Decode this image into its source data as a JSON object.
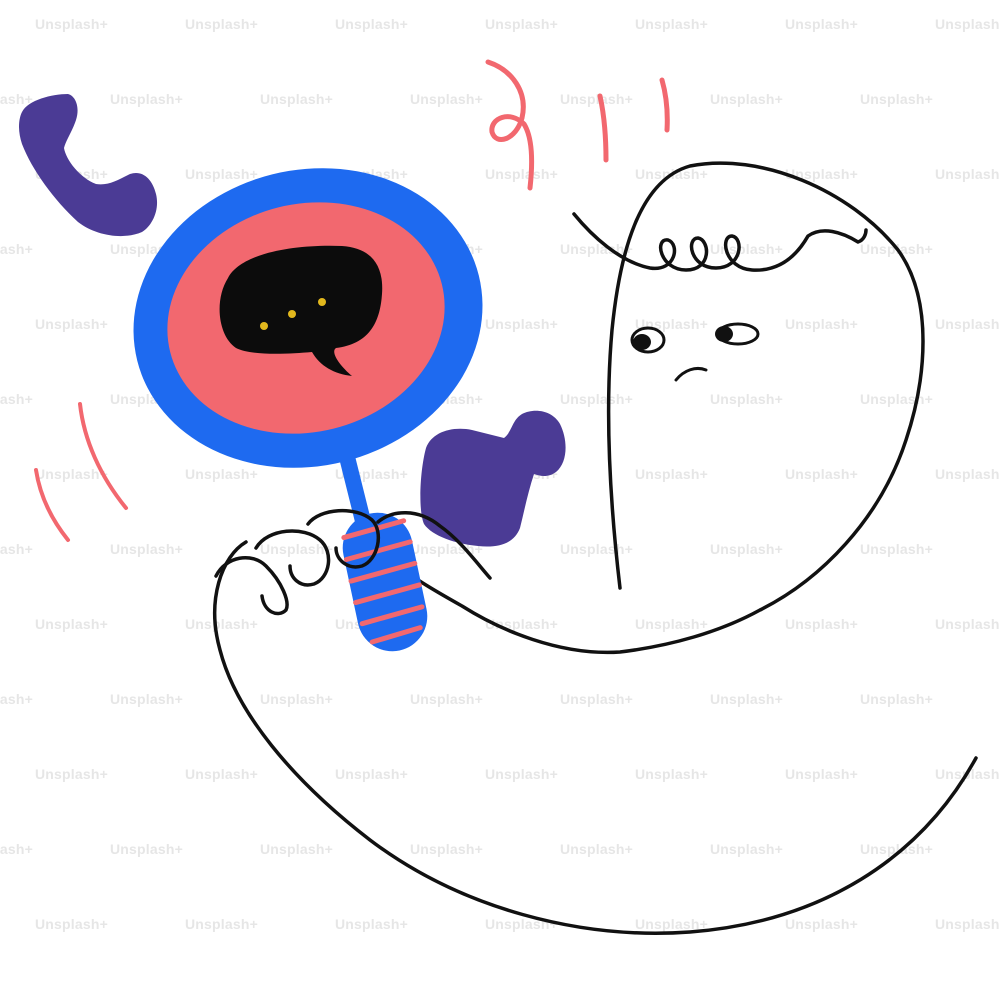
{
  "watermark": {
    "text": "Unsplash+",
    "color": "#e6e6e6"
  },
  "palette": {
    "outline": "#111111",
    "blue": "#1e6af0",
    "coral": "#f2686f",
    "purple": "#4b3b95",
    "bubble": "#0c0c0c",
    "dots": "#e2b81d",
    "background": "#ffffff"
  },
  "illustration": {
    "subjects": [
      "character-figure",
      "magnifying-glass",
      "phone-handset",
      "phone-receiver",
      "speech-bubble",
      "vibration-marks"
    ]
  }
}
